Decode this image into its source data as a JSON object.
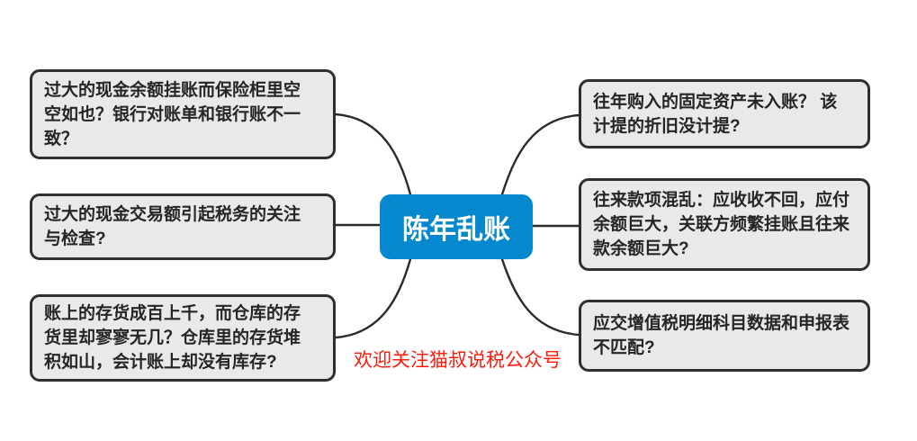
{
  "central": {
    "label": "陈年乱账"
  },
  "branches": {
    "left": [
      {
        "text": "过大的现金余额挂账而保险柜里空\n空如也？银行对账单和银行账不一\n致？"
      },
      {
        "text": "过大的现金交易额引起税务的关注\n与检查?"
      },
      {
        "text": "账上的存货成百上千，而仓库的存\n货里却寥寥无几？仓库里的存货堆\n积如山，会计账上却没有库存?"
      }
    ],
    "right": [
      {
        "text": "往年购入的固定资产未入账？ 该\n计提的折旧没计提?"
      },
      {
        "text": "往来款项混乱：应收收不回，应付\n余额巨大，关联方频繁挂账且往来\n款余额巨大?"
      },
      {
        "text": "应交增值税明细科目数据和申报表\n不匹配?"
      }
    ]
  },
  "watermark": "欢迎关注猫叔说税公众号",
  "colors": {
    "background": "#ffffff",
    "central_fill": "#0688cf",
    "central_text": "#ffffff",
    "branch_fill": "#e9e9e9",
    "branch_border": "#2f2f2f",
    "branch_text": "#252525",
    "connector": "#2b2b2b",
    "watermark_red": "#fb1c0c"
  }
}
